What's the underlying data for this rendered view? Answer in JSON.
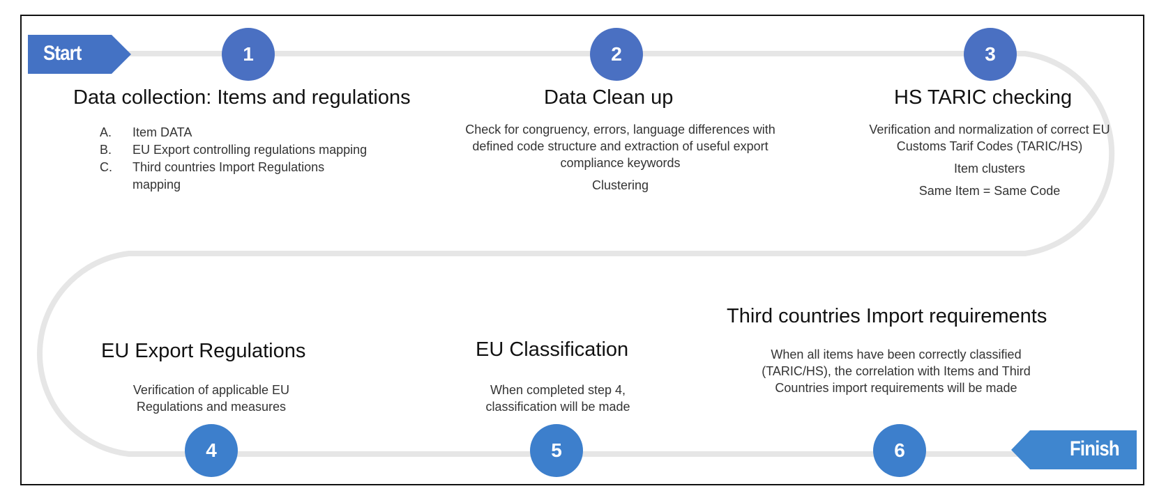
{
  "start_label": "Start",
  "finish_label": "Finish",
  "colors": {
    "circle": "#4a73c4",
    "circle_alt": "#3b7fcc",
    "flag": "#4472c4",
    "track": "#e6e6e6"
  },
  "steps": [
    {
      "number": "1",
      "title": "Data collection: Items and regulations",
      "list": [
        {
          "mark": "A.",
          "text": "Item DATA"
        },
        {
          "mark": "B.",
          "text": "EU Export controlling regulations mapping"
        },
        {
          "mark": "C.",
          "text": "Third countries Import Regulations mapping"
        }
      ]
    },
    {
      "number": "2",
      "title": "Data Clean up",
      "lines": [
        "Check for congruency, errors, language differences with defined code structure and extraction of useful export compliance keywords",
        "Clustering"
      ]
    },
    {
      "number": "3",
      "title": "HS TARIC checking",
      "lines": [
        "Verification and normalization of correct EU Customs Tarif Codes (TARIC/HS)",
        "Item clusters",
        "Same Item = Same Code"
      ]
    },
    {
      "number": "4",
      "title": "EU Export Regulations",
      "lines": [
        "Verification of applicable EU Regulations and measures"
      ]
    },
    {
      "number": "5",
      "title": "EU Classification",
      "lines": [
        "When completed step 4, classification will be made"
      ]
    },
    {
      "number": "6",
      "title": "Third countries Import requirements",
      "lines": [
        "When all items have been correctly classified (TARIC/HS), the correlation with Items and Third Countries import requirements will be made"
      ]
    }
  ]
}
